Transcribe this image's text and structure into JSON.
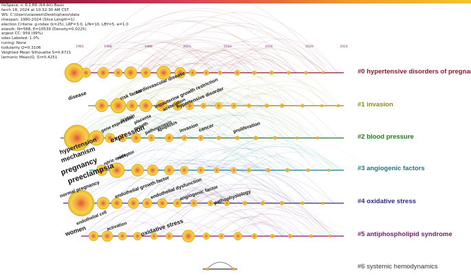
{
  "app": {
    "meta_lines": [
      "iteSpace, v. 6.1.R6 (64-bit) Basic",
      "farch 18, 2024 at 10:32:30 AM CST",
      "WS: C:\\Users\\xiaowen\\Desktop\\wos\\data",
      "imespan: 1980-2024 (Slice Length=1)",
      "election Criteria: g-index (k=25), LRF=3.0, L/N=10, LBY=5, e=1.0",
      "etwork: N=568, E=10539 (Density=0.0225)",
      "argest CC: 959 (99%)",
      "odes Labeled: 1.0%",
      "runing: None",
      "todularity Q=0.3106",
      "Veighted Mean Silhouette S=0.6721",
      "larmonic Mean(Q, S)=0.4251"
    ],
    "year_ticks": [
      "1981",
      "1988",
      "1996",
      "2003",
      "2010",
      "2016",
      "2020",
      "2024"
    ]
  },
  "clusters": [
    {
      "label": "#0 hypertensive disorders of pregnancy",
      "color": "#8b1a2c"
    },
    {
      "label": "#1 invasion",
      "color": "#8f8a14"
    },
    {
      "label": "#2 blood pressure",
      "color": "#1f7a1f"
    },
    {
      "label": "#3 angiogenic factors",
      "color": "#157a8c"
    },
    {
      "label": "#4 oxidative stress",
      "color": "#2a2a8a"
    },
    {
      "label": "#5 antiphospholipid syndrome",
      "color": "#7a1a6a"
    },
    {
      "label": "#6 systemic hemodynamics",
      "color": "#333333"
    }
  ],
  "keywords": [
    "disease",
    "risk factor",
    "cardiovascular disease",
    "intrauterine growth restriction",
    "association",
    "hypertensive disorder",
    "protein",
    "gene expression",
    "placenta",
    "growth",
    "apoptosis",
    "pathogenesis",
    "invasion",
    "cancer",
    "proliferation",
    "expression",
    "hypertension",
    "mechanism",
    "pregnancy",
    "preeclampsia",
    "nitric oxide",
    "receptor",
    "normal pregnancy",
    "endothelial growth factor",
    "endothelial dysfunction",
    "angiogenic factor",
    "pathophysiology",
    "endothelial cell",
    "activation",
    "women",
    "oxidative stress"
  ]
}
